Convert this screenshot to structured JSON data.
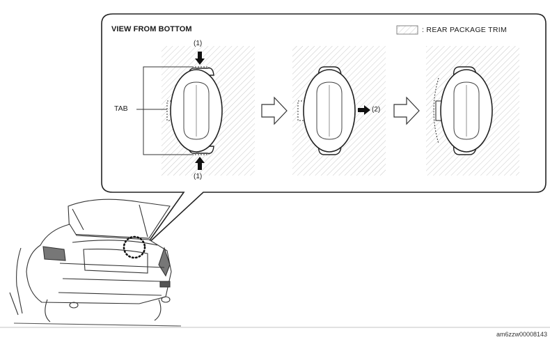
{
  "diagram": {
    "title": "VIEW FROM BOTTOM",
    "legend_label": ": REAR PACKAGE TRIM",
    "tab_label": "TAB",
    "step_top_label": "(1)",
    "step_bottom_label": "(1)",
    "step_two_label": "(2)",
    "figure_code": "am6zzw00008143"
  }
}
